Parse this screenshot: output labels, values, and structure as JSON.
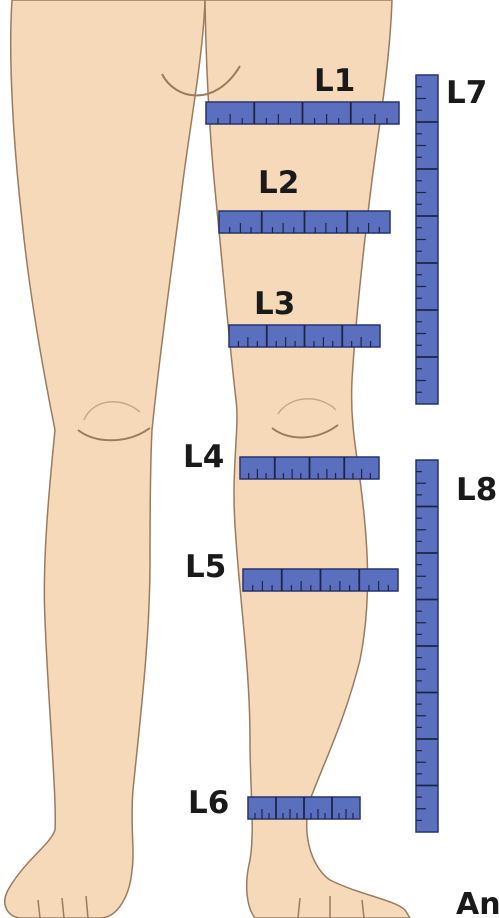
{
  "labels": {
    "l1": "L1",
    "l2": "L2",
    "l3": "L3",
    "l4": "L4",
    "l5": "L5",
    "l6": "L6",
    "l7": "L7",
    "l8": "L8"
  },
  "partial_text": "An",
  "colors": {
    "skin": "#f6d9b9",
    "skin_outline": "#9a7b60",
    "tape_fill": "#5b6fbf",
    "tape_edge": "#26346e",
    "tick": "#1c2448",
    "text": "#1a1a1a"
  },
  "icons": {
    "figure": "leg-figure-icon",
    "tape": "measuring-tape-icon"
  }
}
